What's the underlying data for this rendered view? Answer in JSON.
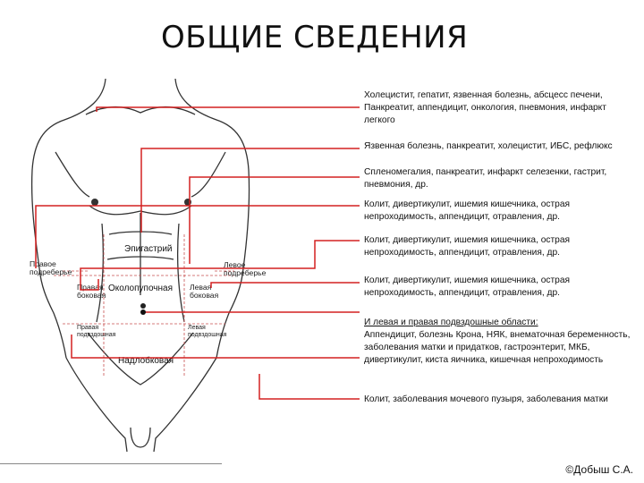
{
  "title": "ОБЩИЕ СВЕДЕНИЯ",
  "descriptions": [
    "Холецистит, гепатит, язвенная болезнь, абсцесс печени, Панкреатит, аппендицит, онкология, пневмония, инфаркт легкого",
    "Язвенная болезнь, панкреатит, холецистит, ИБС, рефлюкс",
    "Спленомегалия, панкреатит, инфаркт селезенки, гастрит, пневмония, др.",
    "Колит, дивертикулит, ишемия кишечника, острая непроходимость, аппендицит, отравления, др.",
    "Колит, дивертикулит, ишемия кишечника, острая непроходимость, аппендицит, отравления, др.",
    "Колит, дивертикулит, ишемия кишечника, острая непроходимость, аппендицит, отравления, др.",
    "Аппендицит, болезнь Крона, НЯК, внематочная беременность, заболевания матки и придатков, гастроэнтерит, МКБ, дивертикулит, киста яичника, кишечная непроходимость",
    "Колит, заболевания мочевого пузыря, заболевания матки"
  ],
  "desc7_heading": "И левая и правая подвздошные области:",
  "zones": {
    "epigastric": "Эпигастрий",
    "right_hypochondrium_1": "Правое",
    "right_hypochondrium_2": "подреберье",
    "left_hypochondrium_1": "Левое",
    "left_hypochondrium_2": "подреберье",
    "right_flank_1": "Правая",
    "right_flank_2": "боковая",
    "umbilical": "Околопупочная",
    "left_flank_1": "Левая",
    "left_flank_2": "боковая",
    "right_iliac_1": "Правая",
    "right_iliac_2": "подвздошная",
    "left_iliac_1": "Левая",
    "left_iliac_2": "подвздошная",
    "suprapubic": "Надлобковая"
  },
  "colors": {
    "pointer": "#d42020",
    "outline": "#333333",
    "grid": "#c85050"
  },
  "footer": "©Добыш С.А."
}
